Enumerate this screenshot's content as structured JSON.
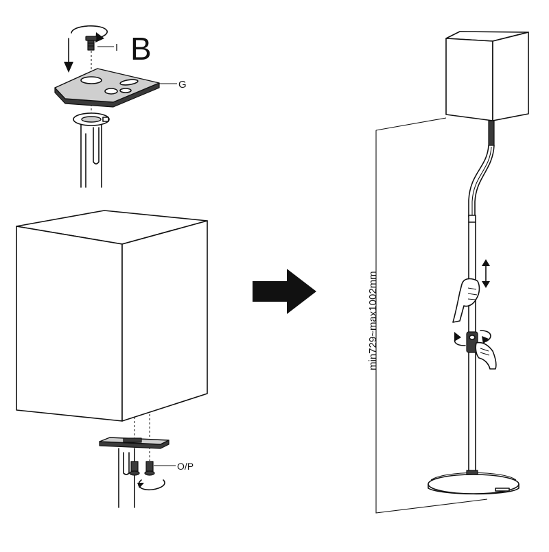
{
  "step_label": "B",
  "callouts": {
    "screw": "I",
    "plate": "G",
    "bolts": "O/P"
  },
  "height_range": "min729~max1002mm",
  "colors": {
    "line": "#111111",
    "fill_light": "#cfcfcf",
    "fill_dark": "#3a3a3a",
    "background": "#ffffff"
  },
  "icons": [
    "rotate-arrow-icon",
    "down-arrow-icon",
    "next-step-arrow-icon",
    "up-down-arrow-icon",
    "hand-icon"
  ]
}
